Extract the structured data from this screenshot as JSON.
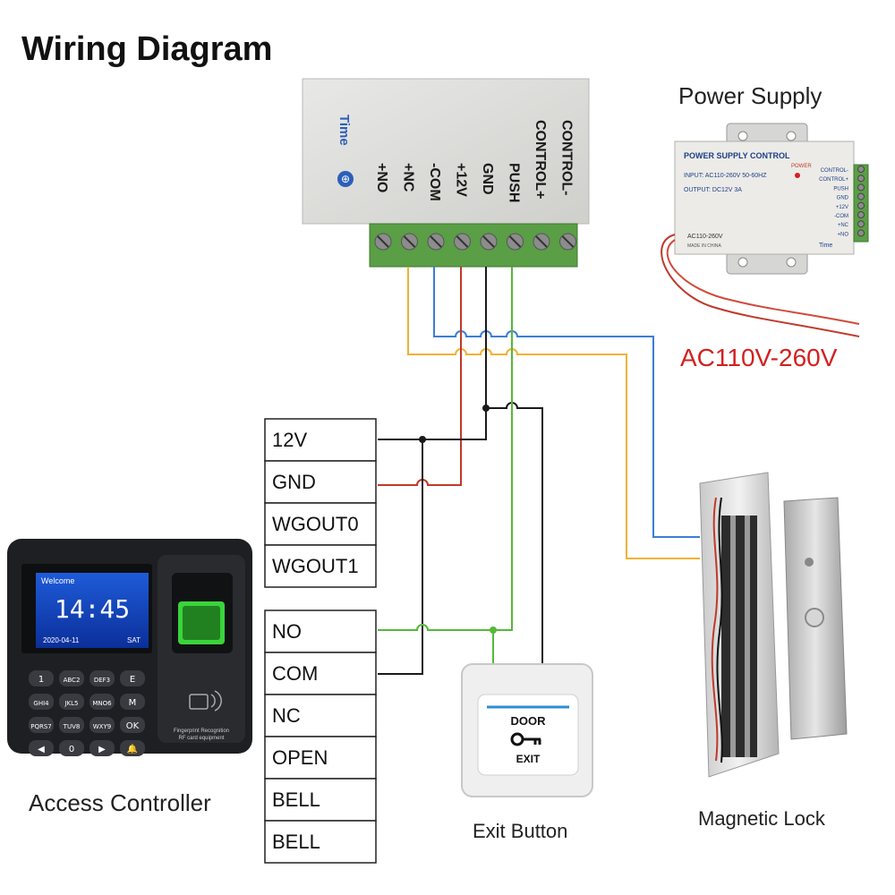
{
  "title": "Wiring Diagram",
  "labels": {
    "power_supply": "Power Supply",
    "ac_voltage": "AC110V-260V",
    "access_controller": "Access Controller",
    "exit_button": "Exit Button",
    "magnetic_lock": "Magnetic Lock"
  },
  "control_box": {
    "time": "Time",
    "terminals": [
      "+NO",
      "+NC",
      "-COM",
      "+12V",
      "GND",
      "PUSH",
      "CONTROL+",
      "CONTROL-"
    ]
  },
  "psu_device": {
    "header": "POWER SUPPLY CONTROL",
    "input": "INPUT: AC110-260V 50-60HZ",
    "output": "OUTPUT: DC12V  3A",
    "power": "POWER",
    "model": "AC110-260V",
    "made": "MADE IN CHINA",
    "time": "Time",
    "terminals": [
      "CONTROL-",
      "CONTROL+",
      "PUSH",
      "GND",
      "+12V",
      "-COM",
      "+NC",
      "+NO"
    ]
  },
  "table_top": [
    "12V",
    "GND",
    "WGOUT0",
    "WGOUT1"
  ],
  "table_bottom": [
    "NO",
    "COM",
    "NC",
    "OPEN",
    "BELL",
    "BELL"
  ],
  "controller": {
    "screen_title": "Welcome",
    "time": "14:45",
    "date": "2020-04-11",
    "day": "SAT",
    "keys": [
      "1",
      "ABC2",
      "DEF3",
      "E",
      "GHI4",
      "JKL5",
      "MNO6",
      "M",
      "PQRS7",
      "TUV8",
      "WXY9",
      "OK",
      "◀",
      "0",
      "▶",
      "🔔"
    ],
    "reader_text": "Fingerprint Recognition",
    "reader_text2": "RF card equipment"
  },
  "exit_device": {
    "door": "DOOR",
    "exit": "EXIT"
  },
  "wire_colors": {
    "yellow": "#f2b134",
    "blue": "#3a7fd5",
    "red": "#c0392b",
    "black": "#1a1a1a",
    "green": "#55b83a"
  }
}
